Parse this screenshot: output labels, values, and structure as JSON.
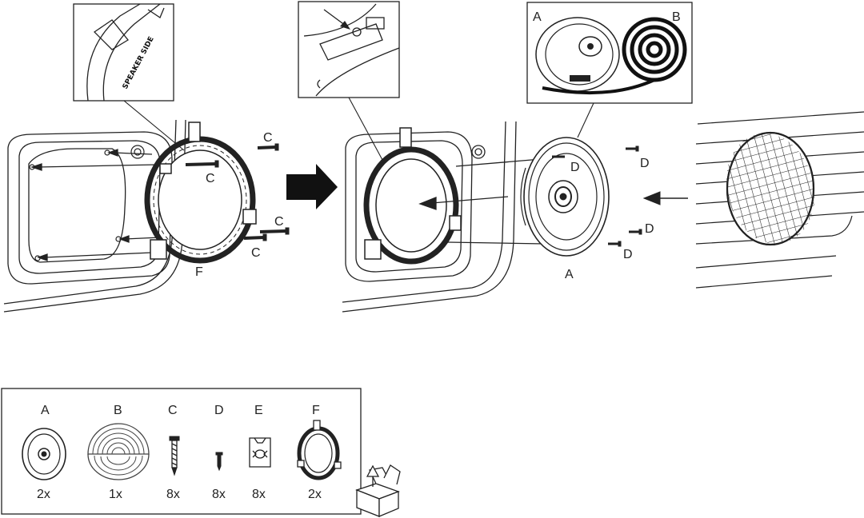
{
  "callout_labels": {
    "screw_c": "C",
    "screw_d": "D",
    "bracket": "F",
    "speaker": "A",
    "inset_speaker": "A",
    "inset_tape": "B"
  },
  "inset_text": {
    "speaker_side": "SPEAKER SIDE"
  },
  "parts": [
    {
      "letter": "A",
      "qty": "2x",
      "icon": "speaker-icon"
    },
    {
      "letter": "B",
      "qty": "1x",
      "icon": "foam-tape-roll-icon"
    },
    {
      "letter": "C",
      "qty": "8x",
      "icon": "long-screw-icon"
    },
    {
      "letter": "D",
      "qty": "8x",
      "icon": "short-screw-icon"
    },
    {
      "letter": "E",
      "qty": "8x",
      "icon": "clip-nut-icon"
    },
    {
      "letter": "F",
      "qty": "2x",
      "icon": "adapter-bracket-icon"
    }
  ],
  "colors": {
    "line": "#222222",
    "background": "#ffffff"
  }
}
